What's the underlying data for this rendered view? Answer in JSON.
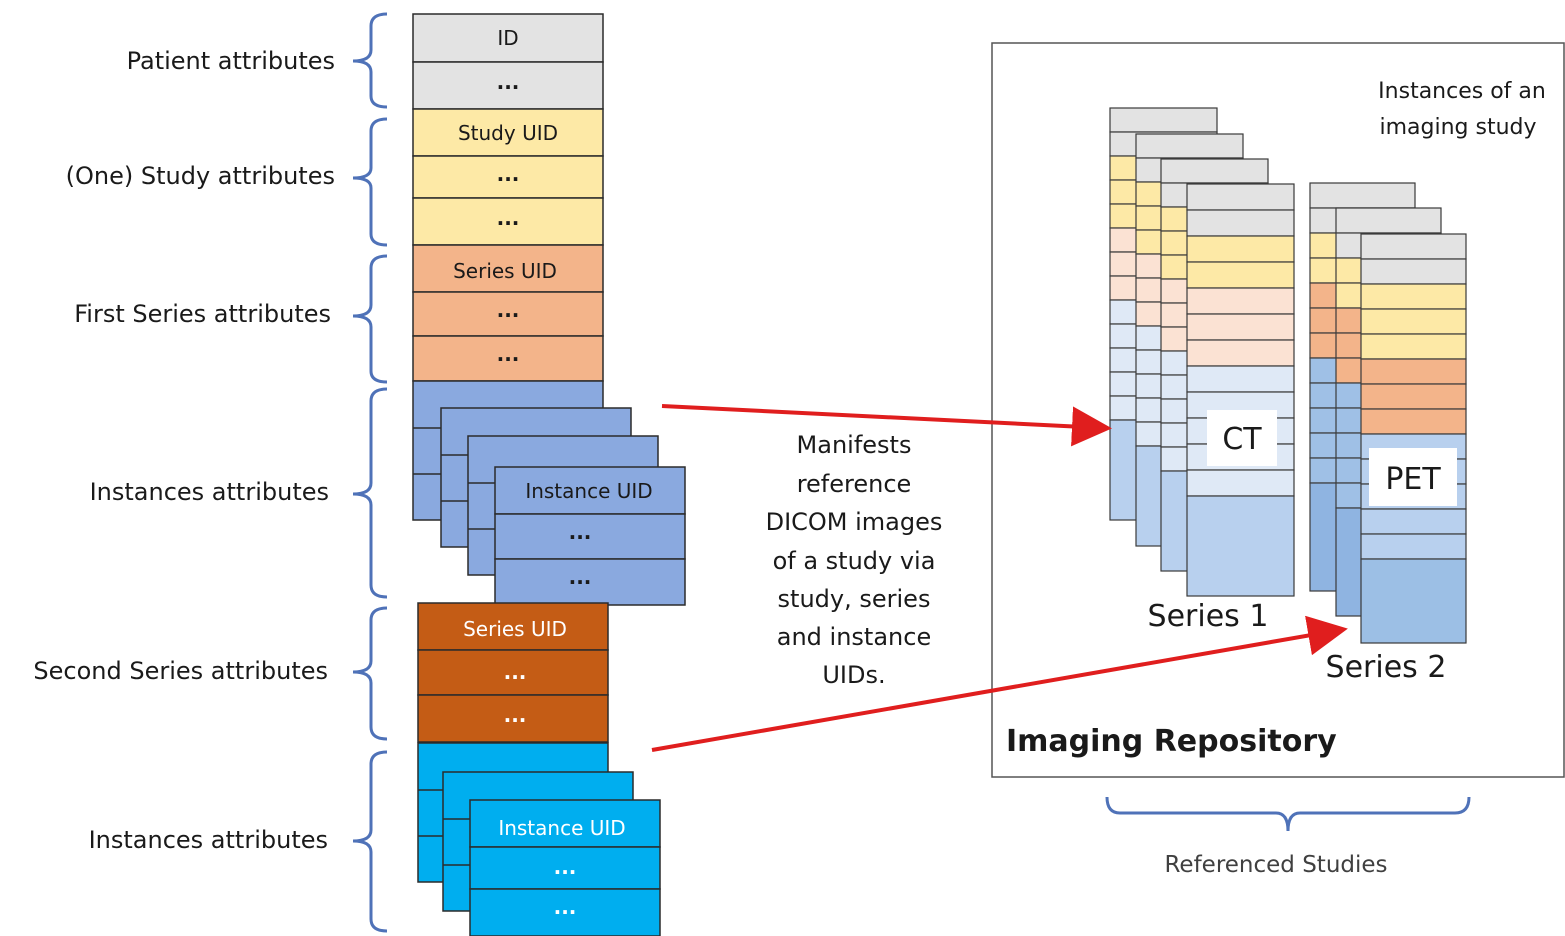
{
  "left_labels": {
    "patient": "Patient attributes",
    "study": "(One) Study attributes",
    "first_series": "First Series attributes",
    "instances_1": "Instances attributes",
    "second_series": "Second Series attributes",
    "instances_2": "Instances attributes"
  },
  "cells": {
    "patient_id": "ID",
    "dots": "...",
    "study_uid": "Study UID",
    "series_uid": "Series UID",
    "instance_uid": "Instance UID",
    "series_uid_2": "Series UID",
    "instance_uid_2": "Instance UID"
  },
  "middle_text": [
    "Manifests",
    "reference",
    "DICOM images",
    "of a study via",
    "study, series",
    "and instance",
    "UIDs."
  ],
  "repository": {
    "title": "Imaging Repository",
    "instances_caption_1": "Instances of an",
    "instances_caption_2": "imaging study",
    "modality_1": "CT",
    "modality_2": "PET",
    "series_1": "Series 1",
    "series_2": "Series 2",
    "referenced_studies": "Referenced Studies"
  },
  "colors": {
    "patient": "#e3e3e3",
    "study": "#fde9a6",
    "series_first": "#f3b48a",
    "instances_first": "#8aa9df",
    "series_second": "#c45c15",
    "instances_second": "#00aeef",
    "arrow": "#e01e1e",
    "brace": "#4f72b8"
  }
}
